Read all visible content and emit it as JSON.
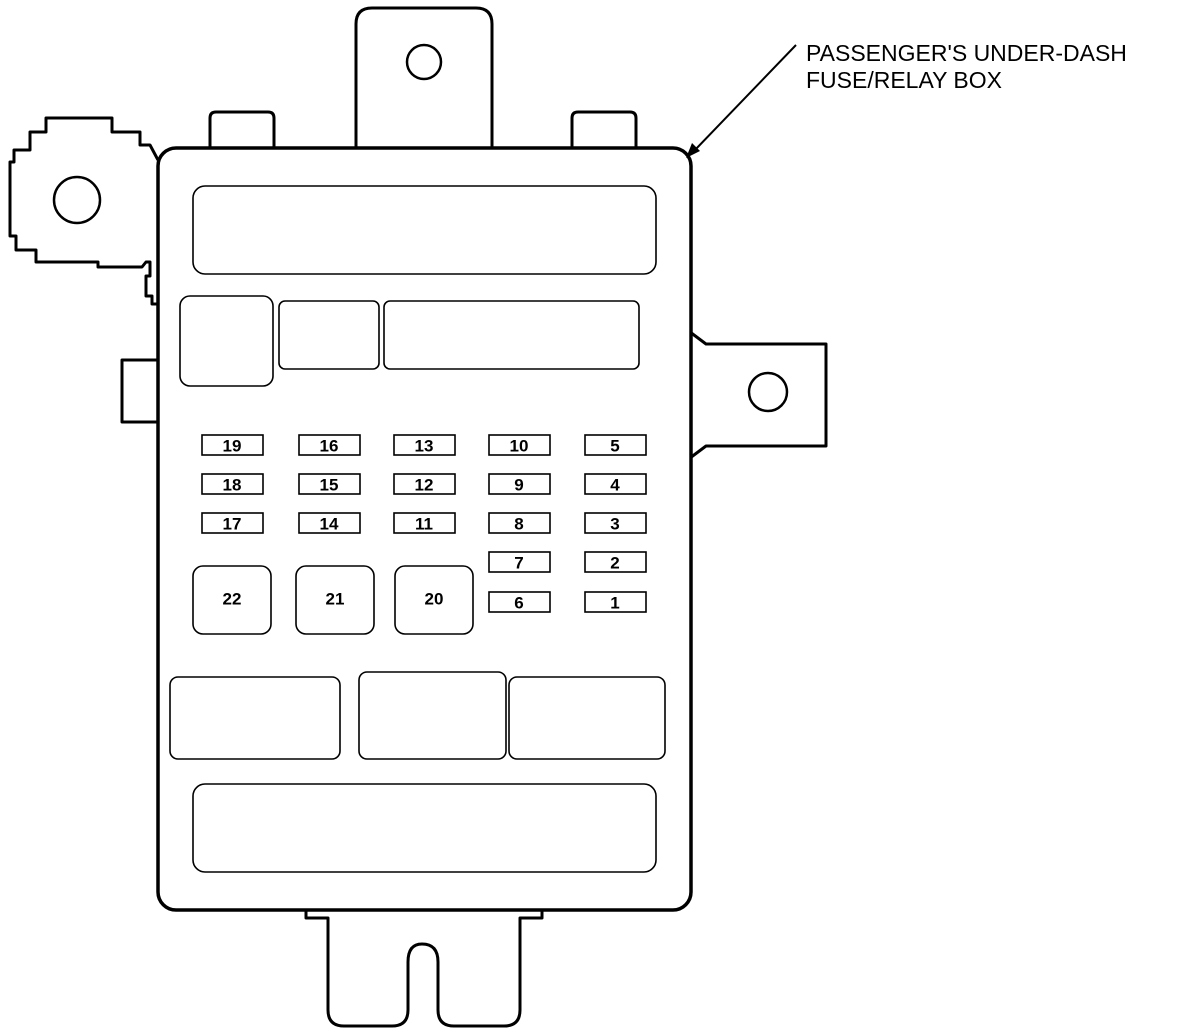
{
  "label": {
    "line1": "PASSENGER'S UNDER-DASH",
    "line2": "FUSE/RELAY BOX"
  },
  "fuses": [
    {
      "id": "19"
    },
    {
      "id": "16"
    },
    {
      "id": "13"
    },
    {
      "id": "10"
    },
    {
      "id": "5"
    },
    {
      "id": "18"
    },
    {
      "id": "15"
    },
    {
      "id": "12"
    },
    {
      "id": "9"
    },
    {
      "id": "4"
    },
    {
      "id": "17"
    },
    {
      "id": "14"
    },
    {
      "id": "11"
    },
    {
      "id": "8"
    },
    {
      "id": "3"
    },
    {
      "id": "7"
    },
    {
      "id": "2"
    },
    {
      "id": "6"
    },
    {
      "id": "1"
    }
  ],
  "large_fuses": [
    {
      "id": "22"
    },
    {
      "id": "21"
    },
    {
      "id": "20"
    }
  ]
}
